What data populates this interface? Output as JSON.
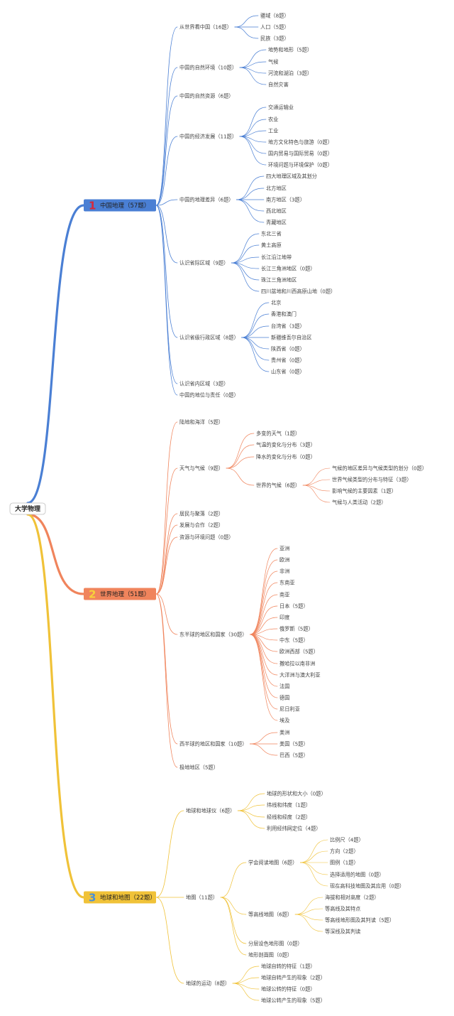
{
  "root": "大学物理",
  "branches": [
    {
      "num": "1",
      "label": "中国地理（57题）",
      "color": "#4a7fd4",
      "numColor": "#d6283c",
      "children": [
        {
          "label": "从世界看中国（16题）",
          "children": [
            {
              "label": "疆域（8题）"
            },
            {
              "label": "人口（5题）"
            },
            {
              "label": "民族（3题）"
            }
          ]
        },
        {
          "label": "中国的自然环境（10题）",
          "children": [
            {
              "label": "地势和地形（5题）"
            },
            {
              "label": "气候"
            },
            {
              "label": "河流和湖泊（3题）"
            },
            {
              "label": "自然灾害"
            }
          ]
        },
        {
          "label": "中国的自然资源（6题）"
        },
        {
          "label": "中国的经济发展（11题）",
          "children": [
            {
              "label": "交通运输业"
            },
            {
              "label": "农业"
            },
            {
              "label": "工业"
            },
            {
              "label": "地方文化特色与旅游（0题）"
            },
            {
              "label": "国内贸易与国际贸易（0题）"
            },
            {
              "label": "环境问题与环境保护（0题）"
            }
          ]
        },
        {
          "label": "中国的地理差异（6题）",
          "children": [
            {
              "label": "四大地理区域及其划分"
            },
            {
              "label": "北方地区"
            },
            {
              "label": "南方地区（3题）"
            },
            {
              "label": "西北地区"
            },
            {
              "label": "青藏地区"
            }
          ]
        },
        {
          "label": "认识省际区域（9题）",
          "children": [
            {
              "label": "东北三省"
            },
            {
              "label": "黄土高原"
            },
            {
              "label": "长江沿江地带"
            },
            {
              "label": "长江三角洲地区（0题）"
            },
            {
              "label": "珠江三角洲地区"
            },
            {
              "label": "四川盆地和川西高原山地（0题）"
            }
          ]
        },
        {
          "label": "认识省级行政区域（8题）",
          "children": [
            {
              "label": "北京"
            },
            {
              "label": "香港和澳门"
            },
            {
              "label": "台湾省（3题）"
            },
            {
              "label": "新疆维吾尔自治区"
            },
            {
              "label": "陕西省（0题）"
            },
            {
              "label": "贵州省（0题）"
            },
            {
              "label": "山东省（0题）"
            }
          ]
        },
        {
          "label": "认识省内区域（3题）"
        },
        {
          "label": "中国的地位与责任（0题）"
        }
      ]
    },
    {
      "num": "2",
      "label": "世界地理（51题）",
      "color": "#f0845c",
      "numColor": "#f6d23a",
      "children": [
        {
          "label": "陆地和海洋（5题）"
        },
        {
          "label": "天气与气候（9题）",
          "children": [
            {
              "label": "多变的天气（1题）"
            },
            {
              "label": "气温的变化与分布（3题）"
            },
            {
              "label": "降水的变化与分布（0题）"
            },
            {
              "label": "世界的气候（6题）",
              "children": [
                {
                  "label": "气候的地区差异与气候类型的划分（0题）"
                },
                {
                  "label": "世界气候类型的分布与特征（3题）"
                },
                {
                  "label": "影响气候的主要因素（1题）"
                },
                {
                  "label": "气候与人类活动（2题）"
                }
              ]
            }
          ]
        },
        {
          "label": "居民与聚落（2题）"
        },
        {
          "label": "发展与合作（2题）"
        },
        {
          "label": "资源与环境问题（0题）"
        },
        {
          "label": "东半球的地区和国家（30题）",
          "children": [
            {
              "label": "亚洲"
            },
            {
              "label": "欧洲"
            },
            {
              "label": "非洲"
            },
            {
              "label": "东南亚"
            },
            {
              "label": "南亚"
            },
            {
              "label": "日本（5题）"
            },
            {
              "label": "印度"
            },
            {
              "label": "俄罗斯（5题）"
            },
            {
              "label": "中东（5题）"
            },
            {
              "label": "欧洲西部（5题）"
            },
            {
              "label": "撒哈拉以南非洲"
            },
            {
              "label": "大洋洲与澳大利亚"
            },
            {
              "label": "法国"
            },
            {
              "label": "德国"
            },
            {
              "label": "尼日利亚"
            },
            {
              "label": "埃及"
            }
          ]
        },
        {
          "label": "西半球的地区和国家（10题）",
          "children": [
            {
              "label": "美洲"
            },
            {
              "label": "美国（5题）"
            },
            {
              "label": "巴西（5题）"
            }
          ]
        },
        {
          "label": "极地地区（5题）"
        }
      ]
    },
    {
      "num": "3",
      "label": "地球和地图（22题）",
      "color": "#f0c238",
      "numColor": "#4a90d9",
      "children": [
        {
          "label": "地球和地球仪（6题）",
          "children": [
            {
              "label": "地球的形状和大小（0题）"
            },
            {
              "label": "纬线和纬度（1题）"
            },
            {
              "label": "经线和经度（2题）"
            },
            {
              "label": "利用经纬网定位（4题）"
            }
          ]
        },
        {
          "label": "地图（11题）",
          "children": [
            {
              "label": "学会阅读地图（6题）",
              "children": [
                {
                  "label": "比例尺（4题）"
                },
                {
                  "label": "方向（2题）"
                },
                {
                  "label": "图例（1题）"
                },
                {
                  "label": "选择适用的地图（0题）"
                },
                {
                  "label": "现在高科技地图及其应用（0题）"
                }
              ]
            },
            {
              "label": "等高线地图（6题）",
              "children": [
                {
                  "label": "海拔和相对高度（2题）"
                },
                {
                  "label": "等高线及其特点"
                },
                {
                  "label": "等高线地形图及其判读（5题）"
                },
                {
                  "label": "等深线及其判读"
                }
              ]
            },
            {
              "label": "分层设色地形图（0题）"
            },
            {
              "label": "地形剖面图（0题）"
            }
          ]
        },
        {
          "label": "地球的运动（8题）",
          "children": [
            {
              "label": "地球自转的特征（1题）"
            },
            {
              "label": "地球自转产生的现象（2题）"
            },
            {
              "label": "地球公转的特征（0题）"
            },
            {
              "label": "地球公转产生的现象（5题）"
            }
          ]
        }
      ]
    }
  ]
}
